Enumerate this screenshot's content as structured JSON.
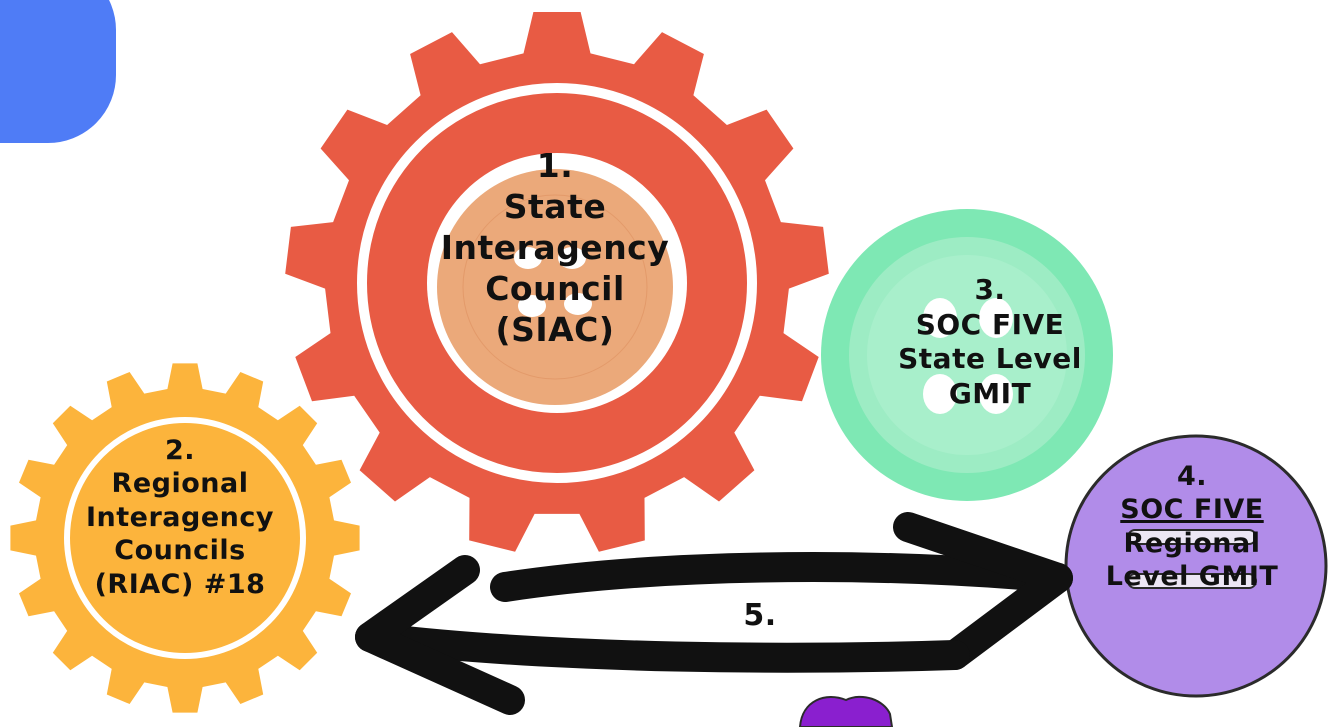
{
  "colors": {
    "siac_gear": "#e85b44",
    "siac_center": "#eba97a",
    "riac_gear": "#fcb43c",
    "state_gmit": "#7ee8b4",
    "regional_gmit": "#b18ce9",
    "blue_tab": "#4f7cf6",
    "arrows": "#111111",
    "character": "#8a1fcf"
  },
  "icons": [
    "gear-icon",
    "gear-icon",
    "button-icon",
    "button-icon",
    "double-arrow-icon"
  ],
  "nodes": {
    "siac": {
      "number": "1.",
      "line1": "State",
      "line2": "Interagency",
      "line3": "Council",
      "line4": "(SIAC)"
    },
    "riac": {
      "number": "2.",
      "line1": "Regional",
      "line2": "Interagency",
      "line3": "Councils",
      "line4": "(RIAC) #18"
    },
    "state_gmit": {
      "number": "3.",
      "line1": "SOC FIVE",
      "line2": "State Level",
      "line3": "GMIT"
    },
    "regional_gmit": {
      "number": "4.",
      "line1": "SOC FIVE",
      "line2": "Regional",
      "line3": "Level GMIT"
    },
    "connector": {
      "number": "5."
    }
  }
}
